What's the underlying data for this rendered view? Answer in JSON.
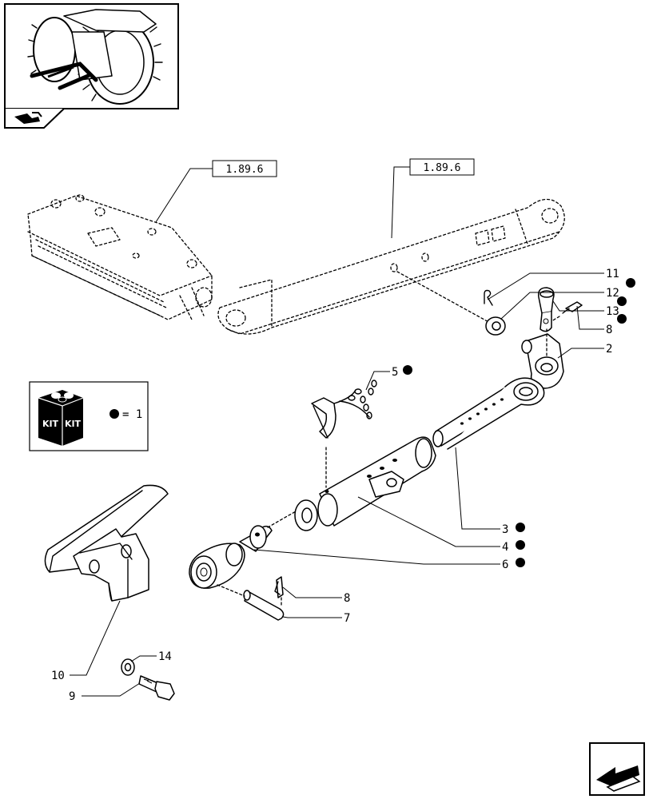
{
  "references": [
    {
      "id": "ref-frame",
      "label": "1.89.6"
    },
    {
      "id": "ref-arm",
      "label": "1.89.6"
    }
  ],
  "callouts": [
    {
      "id": "c11",
      "label": "11",
      "dot": false
    },
    {
      "id": "c12",
      "label": "12",
      "dot": false
    },
    {
      "id": "c13",
      "label": "13",
      "dot": true
    },
    {
      "id": "c8a",
      "label": "8",
      "dot": true
    },
    {
      "id": "c2",
      "label": "2",
      "dot": true
    },
    {
      "id": "c5",
      "label": "5",
      "dot": true
    },
    {
      "id": "c3",
      "label": "3",
      "dot": true
    },
    {
      "id": "c4",
      "label": "4",
      "dot": true
    },
    {
      "id": "c6",
      "label": "6",
      "dot": true
    },
    {
      "id": "c8b",
      "label": "8",
      "dot": false
    },
    {
      "id": "c7",
      "label": "7",
      "dot": false
    },
    {
      "id": "c14",
      "label": "14",
      "dot": false
    },
    {
      "id": "c10",
      "label": "10",
      "dot": false
    },
    {
      "id": "c9",
      "label": "9",
      "dot": false
    }
  ],
  "kit_legend": {
    "badge_words": [
      "KIT",
      "KIT"
    ],
    "equals_text": "= 1"
  },
  "colors": {
    "line": "#000000",
    "ghost": "#000000",
    "background": "#ffffff"
  },
  "icons": {
    "thumbnail": "tractor-rear-linkage-thumbnail",
    "nav_corner": "book-arrow-icon",
    "nav_arrow": "previous-page-arrow-icon"
  }
}
